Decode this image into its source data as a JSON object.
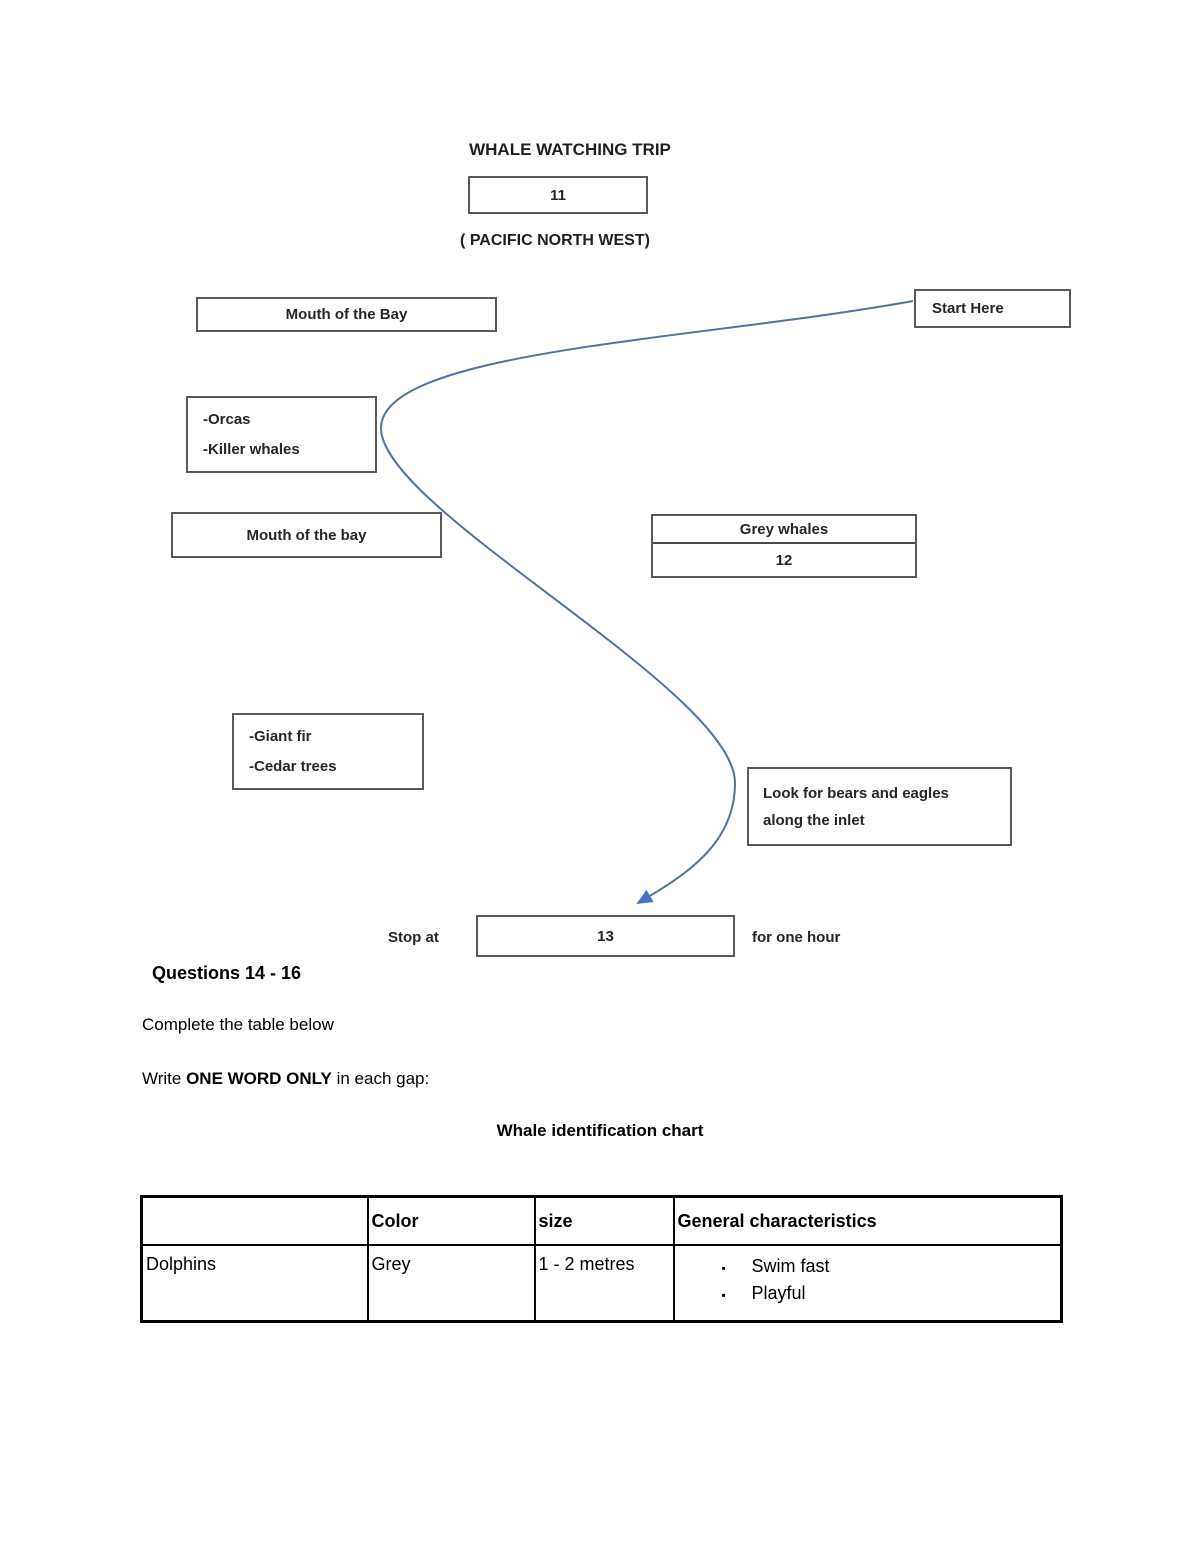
{
  "header": {
    "title": "WHALE WATCHING TRIP",
    "answer_11": "11",
    "subtitle": "( PACIFIC NORTH WEST)"
  },
  "diagram": {
    "mouth_of_bay_top": "Mouth of the Bay",
    "start_here": "Start Here",
    "orcas_1": "-Orcas",
    "orcas_2": "-Killer whales",
    "mouth_of_bay_mid": "Mouth of the bay",
    "grey_whales": "Grey whales",
    "answer_12": "12",
    "trees_1": "-Giant fir",
    "trees_2": "-Cedar trees",
    "bears_1": "Look for bears and eagles",
    "bears_2": "along the inlet",
    "stop_at": "Stop at",
    "answer_13": "13",
    "for_one_hour": "for one hour"
  },
  "questions": {
    "heading": "Questions 14 - 16",
    "line1": "Complete the table below",
    "line2_prefix": "Write ",
    "line2_bold": "ONE WORD ONLY",
    "line2_suffix": " in each gap:",
    "chart_title": "Whale identification chart"
  },
  "table": {
    "headers": [
      "",
      "Color",
      "size",
      "General characteristics"
    ],
    "row": {
      "name": "Dolphins",
      "color": "Grey",
      "size": "1 - 2 metres",
      "bullets": [
        "Swim fast",
        "Playful"
      ]
    }
  },
  "colors": {
    "curve": "#53739e",
    "arrowhead": "#4472c4",
    "box_border": "#5a5a5a",
    "table_border": "#000000"
  }
}
